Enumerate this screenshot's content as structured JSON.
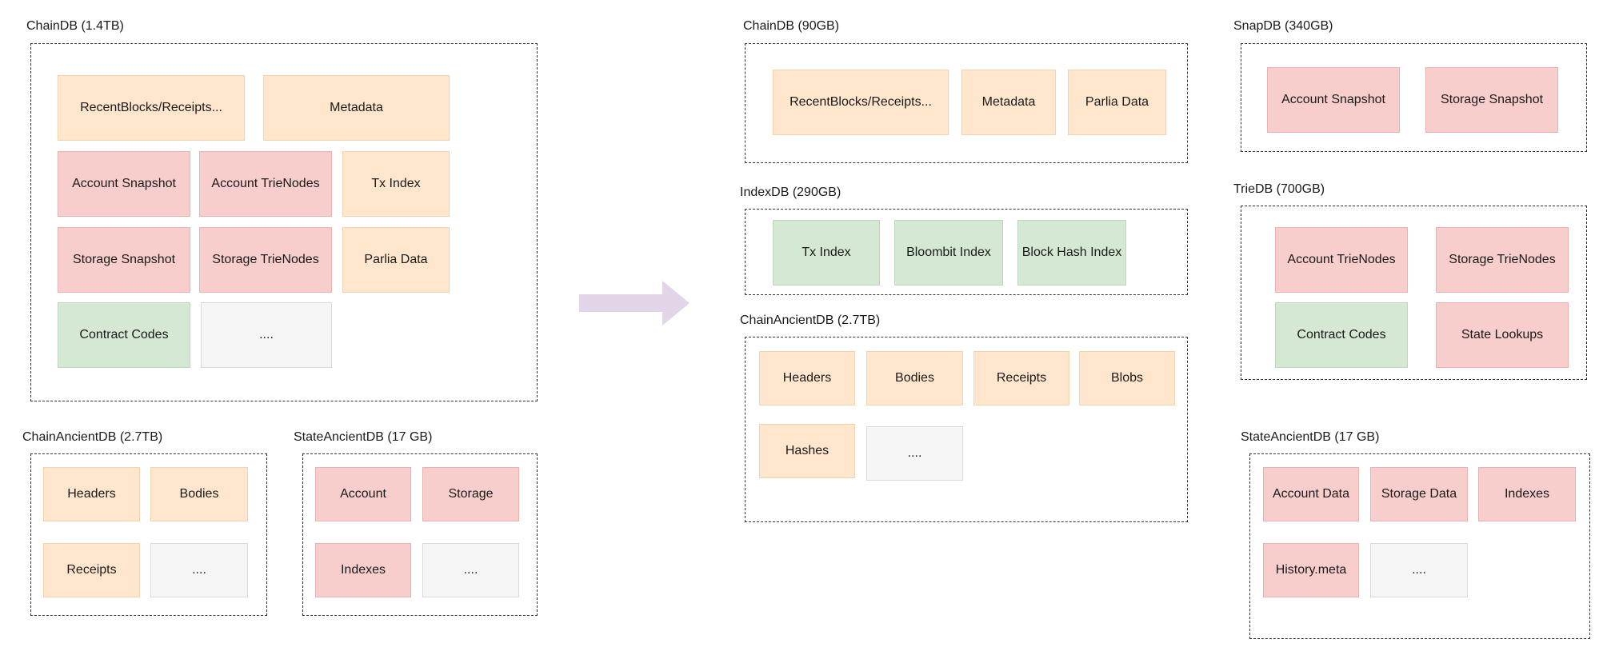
{
  "colors": {
    "storage_block": "#ffe6cc",
    "state_block": "#f8cecc",
    "code_index_block": "#d5e8d4",
    "placeholder_block": "#f5f5f5",
    "arrow": "#e1d5e7",
    "border": "#333333"
  },
  "before": {
    "chaindb": {
      "label": "ChainDB  (1.4TB)",
      "blocks": [
        "RecentBlocks/Receipts...",
        "Metadata",
        "Account Snapshot",
        "Account TrieNodes",
        "Tx Index",
        "Storage Snapshot",
        "Storage TrieNodes",
        "Parlia Data",
        "Contract Codes",
        "...."
      ]
    },
    "chain_ancient": {
      "label": "ChainAncientDB (2.7TB)",
      "blocks": [
        "Headers",
        "Bodies",
        "Receipts",
        "...."
      ]
    },
    "state_ancient": {
      "label": "StateAncientDB (17 GB)",
      "blocks": [
        "Account",
        "Storage",
        "Indexes",
        "...."
      ]
    }
  },
  "arrow_icon": "right-arrow-icon",
  "after": {
    "chaindb": {
      "label": "ChainDB (90GB)",
      "blocks": [
        "RecentBlocks/Receipts...",
        "Metadata",
        "Parlia Data"
      ]
    },
    "indexdb": {
      "label": "IndexDB (290GB)",
      "blocks": [
        "Tx Index",
        "Bloombit Index",
        "Block Hash Index"
      ]
    },
    "chain_ancient": {
      "label": "ChainAncientDB (2.7TB)",
      "blocks": [
        "Headers",
        "Bodies",
        "Receipts",
        "Blobs",
        "Hashes",
        "...."
      ]
    },
    "snapdb": {
      "label": "SnapDB (340GB)",
      "blocks": [
        "Account Snapshot",
        "Storage Snapshot"
      ]
    },
    "triedb": {
      "label": "TrieDB (700GB)",
      "blocks": [
        "Account TrieNodes",
        "Storage TrieNodes",
        "Contract Codes",
        "State Lookups"
      ]
    },
    "state_ancient": {
      "label": "StateAncientDB (17 GB)",
      "blocks": [
        "Account Data",
        "Storage Data",
        "Indexes",
        "History.meta",
        "...."
      ]
    }
  }
}
